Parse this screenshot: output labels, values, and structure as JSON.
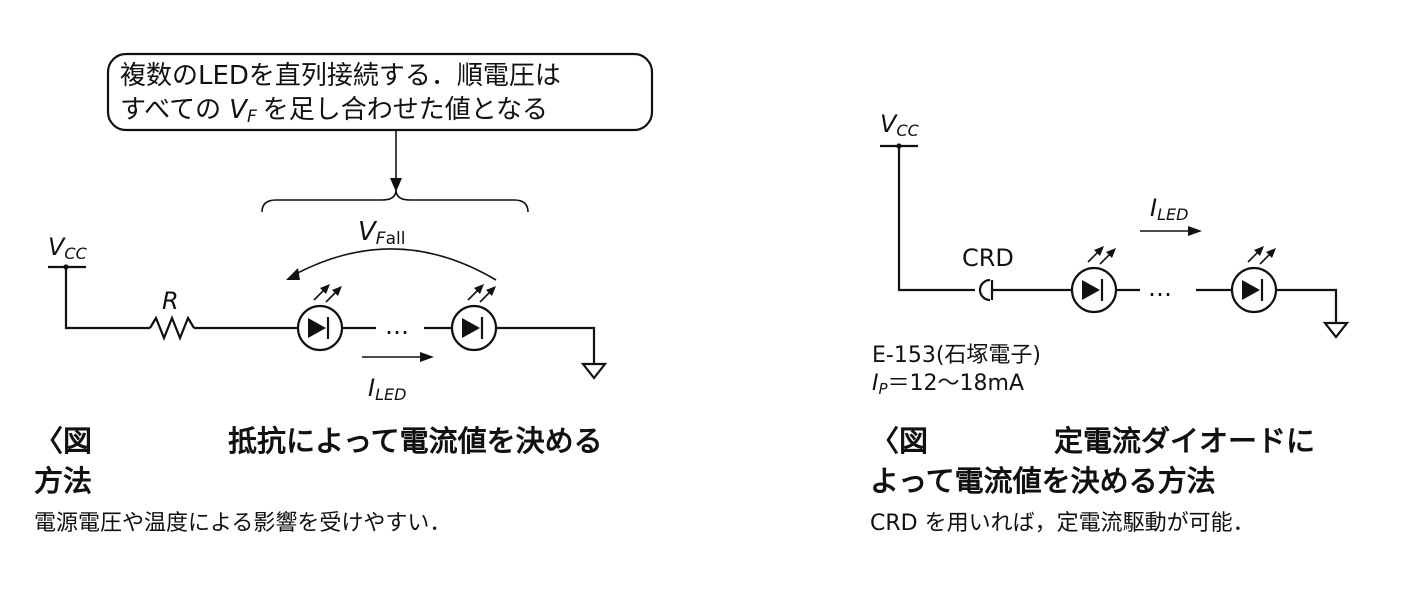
{
  "left": {
    "callout_line1": "複数のLEDを直列接続する．順電圧は",
    "callout_line2_pre": "すべての",
    "callout_line2_post": "を足し合わせた値となる",
    "vf": {
      "main": "V",
      "sub": "F"
    },
    "vfall": {
      "main": "V",
      "sub": "F",
      "suffix": "all"
    },
    "vcc": {
      "main": "V",
      "sub": "CC"
    },
    "resistor": "R",
    "ellipsis": "…",
    "iled": {
      "main": "I",
      "sub": "LED"
    },
    "figure_title_prefix": "〈図",
    "figure_title_text": "抵抗によって電流値を決める",
    "figure_title_line2": "方法",
    "caption": "電源電圧や温度による影響を受けやすい．"
  },
  "right": {
    "vcc": {
      "main": "V",
      "sub": "CC"
    },
    "crd_label": "CRD",
    "ellipsis": "…",
    "iled": {
      "main": "I",
      "sub": "LED"
    },
    "part_note": "E-153(石塚電子)",
    "ip_note": {
      "main": "I",
      "sub": "P",
      "value": "＝12〜18mA"
    },
    "figure_title_prefix": "〈図",
    "figure_title_text": "定電流ダイオードに",
    "figure_title_line2": "よって電流値を決める方法",
    "caption": "CRD を用いれば，定電流駆動が可能．"
  }
}
